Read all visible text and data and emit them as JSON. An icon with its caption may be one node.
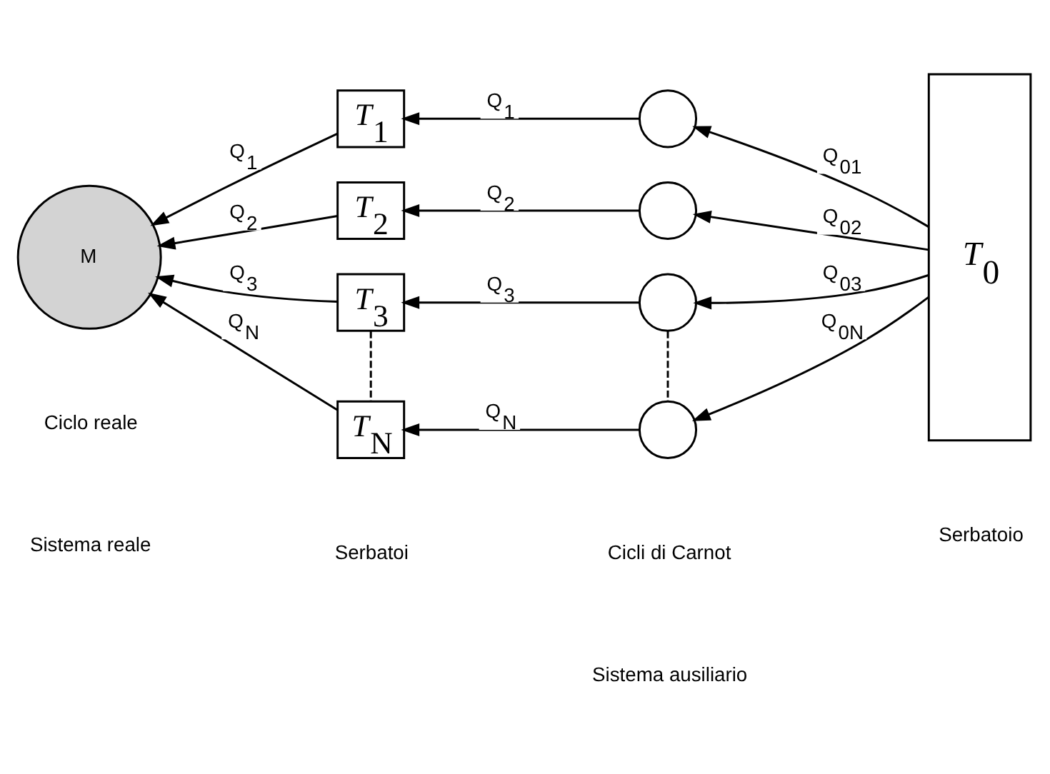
{
  "diagram": {
    "nodes": [
      {
        "text": [
          "M"
        ]
      },
      {
        "text": [
          "T$_{1}$"
        ]
      },
      {
        "text": [
          "T$_{2}$"
        ]
      },
      {
        "text": [
          "T$_{3}$"
        ]
      },
      {
        "text": [
          "T$_{N}$"
        ]
      },
      {
        "text": [],
        "shape": "circle"
      },
      {
        "text": [],
        "shape": "circle"
      },
      {
        "text": [],
        "shape": "circle"
      },
      {
        "text": [],
        "shape": "circle"
      },
      {
        "text": [
          "T$_{0}$"
        ]
      }
    ],
    "edges": [
      {
        "from": 1,
        "to": 0,
        "arrow": "to",
        "label": "Q$_{1}$"
      },
      {
        "from": 2,
        "to": 0,
        "arrow": "to",
        "label": "Q$_{2}$"
      },
      {
        "from": 3,
        "to": 0,
        "arrow": "to",
        "label": "Q$_{3}$"
      },
      {
        "from": 4,
        "to": 0,
        "arrow": "to",
        "label": "Q$_{N}$"
      },
      {
        "from": 5,
        "to": 1,
        "arrow": "to",
        "label": "Q$_{1}$"
      },
      {
        "from": 6,
        "to": 2,
        "arrow": "to",
        "label": "Q$_{2}$"
      },
      {
        "from": 7,
        "to": 3,
        "arrow": "to",
        "label": "Q$_{3}$"
      },
      {
        "from": 8,
        "to": 4,
        "arrow": "to",
        "label": "Q$_{N}$"
      },
      {
        "from": 9,
        "to": 5,
        "arrow": "to",
        "label": "Q$_{01}$"
      },
      {
        "from": 9,
        "to": 6,
        "arrow": "to",
        "label": "Q$_{02}$"
      },
      {
        "from": 9,
        "to": 7,
        "arrow": "to",
        "label": "Q$_{03}$"
      },
      {
        "from": 9,
        "to": 8,
        "arrow": "to",
        "label": "Q$_{0N}$"
      },
      {
        "from": 3,
        "to": 4,
        "arrow": "none",
        "style": "dashed"
      },
      {
        "from": 7,
        "to": 8,
        "arrow": "none",
        "style": "dashed"
      }
    ],
    "labels": [
      "Ciclo reale",
      "Serbatoi",
      "Cicli di Carnot",
      "Serbatoio",
      "Sistema reale",
      "Sistema ausiliario"
    ]
  }
}
